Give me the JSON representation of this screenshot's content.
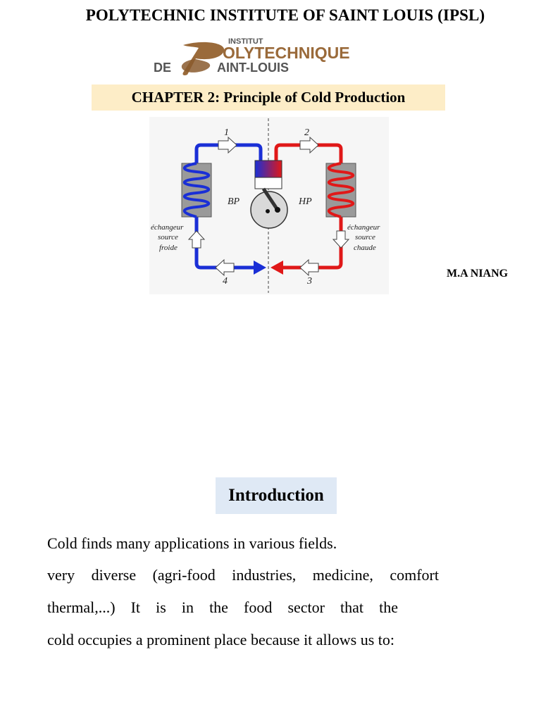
{
  "header": {
    "institution": "POLYTECHNIC INSTITUTE OF SAINT LOUIS (IPSL)"
  },
  "logo": {
    "top_text": "INSTITUT",
    "line1": "OLYTECHNIQUE",
    "line2_prefix": "DE",
    "line2": "AINT-LOUIS",
    "colors": {
      "brown": "#9a6a3a",
      "gray": "#555555"
    }
  },
  "chapter": {
    "title": "CHAPTER 2: Principle of Cold Production",
    "banner_color": "#fdedc7"
  },
  "diagram": {
    "labels": {
      "n1": "1",
      "n2": "2",
      "n3": "3",
      "n4": "4",
      "bp": "BP",
      "hp": "HP",
      "cold_exchanger": [
        "échangeur",
        "source",
        "froide"
      ],
      "hot_exchanger": [
        "échangeur",
        "source",
        "chaude"
      ]
    },
    "colors": {
      "cold": "#1a2fd6",
      "hot": "#e01818",
      "exchanger_box": "#9a9a9a"
    }
  },
  "author": "M.A NIANG",
  "section": {
    "heading": "Introduction",
    "heading_bg": "#dfe9f5"
  },
  "body": {
    "lines": [
      "Cold finds many applications in various fields.",
      "very diverse (agri-food industries, medicine, comfort",
      "thermal,...) It is in the food sector that the",
      "cold occupies a prominent place because it allows us to:"
    ]
  }
}
